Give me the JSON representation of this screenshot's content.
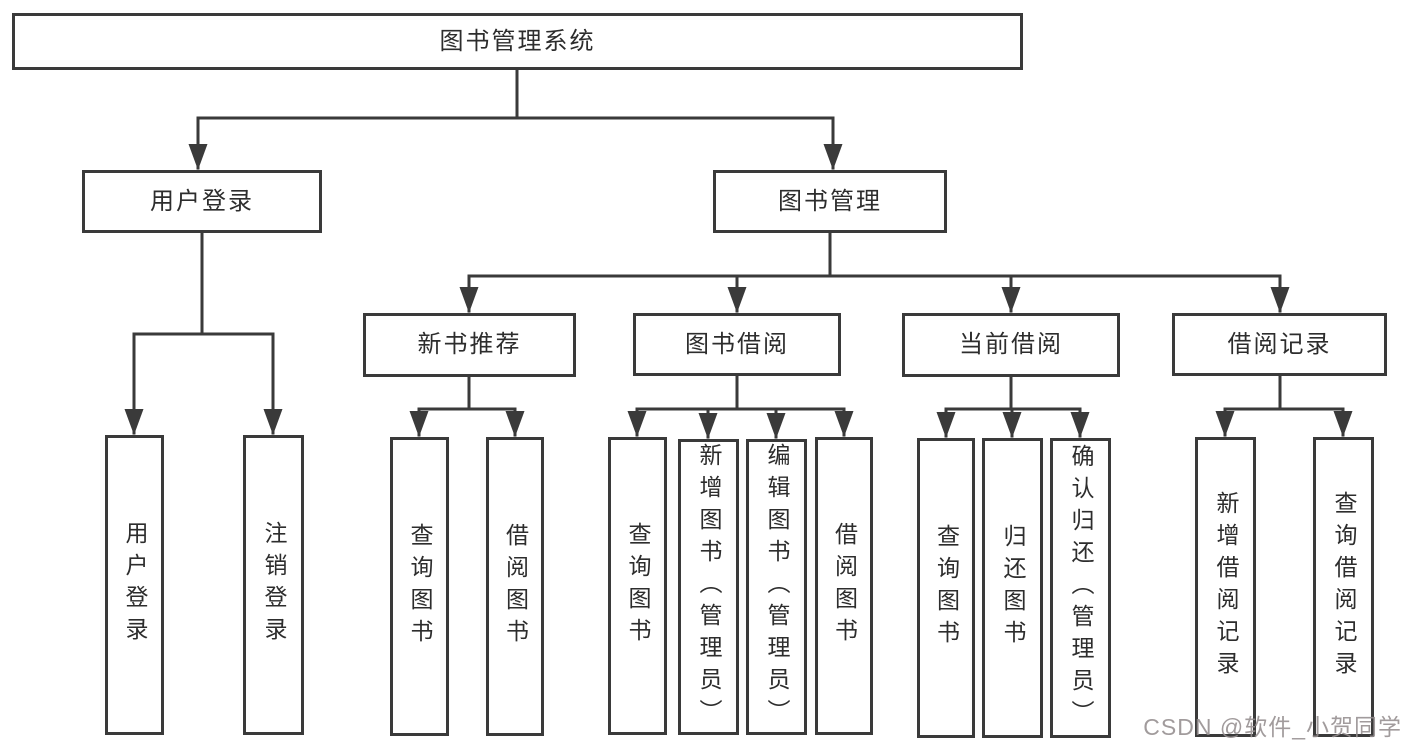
{
  "tree": {
    "root": {
      "label": "图书管理系统"
    },
    "branches": [
      {
        "label": "用户登录",
        "children": [
          {
            "label": "用户登录"
          },
          {
            "label": "注销登录"
          }
        ]
      },
      {
        "label": "图书管理",
        "children": [
          {
            "label": "新书推荐",
            "children": [
              {
                "label": "查询图书"
              },
              {
                "label": "借阅图书"
              }
            ]
          },
          {
            "label": "图书借阅",
            "children": [
              {
                "label": "查询图书"
              },
              {
                "label": "新增图书（管理员）"
              },
              {
                "label": "编辑图书（管理员）"
              },
              {
                "label": "借阅图书"
              }
            ]
          },
          {
            "label": "当前借阅",
            "children": [
              {
                "label": "查询图书"
              },
              {
                "label": "归还图书"
              },
              {
                "label": "确认归还（管理员）"
              }
            ]
          },
          {
            "label": "借阅记录",
            "children": [
              {
                "label": "新增借阅记录"
              },
              {
                "label": "查询借阅记录"
              }
            ]
          }
        ]
      }
    ]
  },
  "watermark": {
    "text": "CSDN @软件_小贺同学"
  },
  "colors": {
    "line": "#3a3a3a",
    "box_border": "#3a3a3a",
    "text": "#2d2d2d",
    "background": "#ffffff",
    "watermark": "#948d8e"
  }
}
